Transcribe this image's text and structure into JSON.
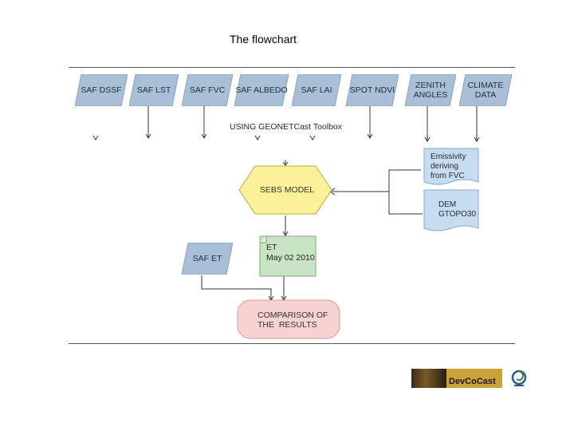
{
  "slide": {
    "title": "The  flowchart"
  },
  "inputs": [
    {
      "label": "SAF DSSF"
    },
    {
      "label": "SAF LST"
    },
    {
      "label": "SAF FVC"
    },
    {
      "label": "SAF ALBEDO"
    },
    {
      "label": "SAF LAI"
    },
    {
      "label": "SPOT NDVI"
    },
    {
      "label": "ZENITH\nANGLES"
    },
    {
      "label": "CLIMATE\nDATA"
    }
  ],
  "toolbox_note": "USING GEONETCast Toolbox",
  "model": {
    "label": "SEBS MODEL"
  },
  "documents": {
    "emissivity": {
      "label": "Emissivity\nderiving\nfrom FVC"
    },
    "dem": {
      "label": "DEM\nGTOPO30"
    }
  },
  "outputs": {
    "et": {
      "label": "ET\nMay 02 2010"
    },
    "saf_et": {
      "label": "SAF ET"
    },
    "comparison": {
      "label": "COMPARISON OF\nTHE  RESULTS"
    }
  },
  "logos": {
    "devcocast": {
      "text": "DevCoCast"
    }
  },
  "colors": {
    "parallelogram": "#a9bfd8",
    "hexagon": "#fbf19a",
    "document": "#c6dcf0",
    "et_box": "#c9e4c5",
    "comparison": "#f6d2d2"
  }
}
